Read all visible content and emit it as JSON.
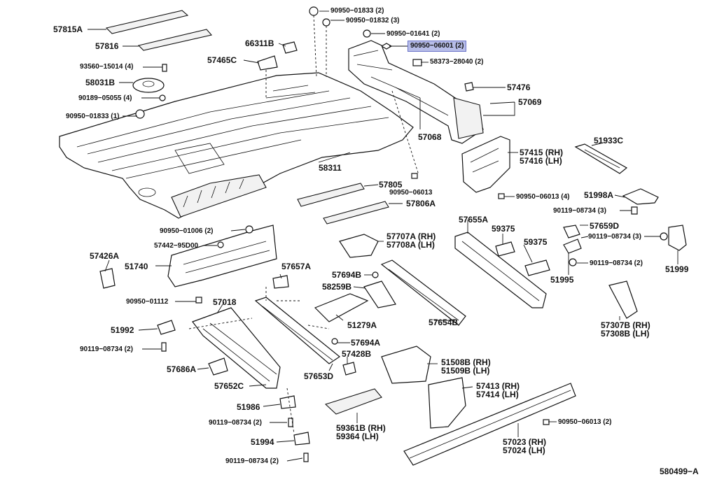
{
  "labels": {
    "p57815A": "57815A",
    "p57816": "57816",
    "p90950_01833_2": "90950−01833 (2)",
    "p90950_01832_3": "90950−01832 (3)",
    "p66311B": "66311B",
    "p90950_01641_2": "90950−01641 (2)",
    "p90950_06001_2": "90950−06001 (2)",
    "p57465C": "57465C",
    "p58373_28040_2": "58373−28040 (2)",
    "p93560_15014_4": "93560−15014 (4)",
    "p58031B": "58031B",
    "p90189_05055_4": "90189−05055 (4)",
    "p90950_01833_1": "90950−01833 (1)",
    "p57476": "57476",
    "p57069": "57069",
    "p57068": "57068",
    "p58311": "58311",
    "p51933C": "51933C",
    "p57415_RH": "57415 (RH)",
    "p57416_LH": "57416 (LH)",
    "p57805": "57805",
    "p90950_06013": "90950−06013",
    "p90950_06013_4": "90950−06013 (4)",
    "p57806A": "57806A",
    "p51998A": "51998A",
    "p90119_08734_3a": "90119−08734 (3)",
    "p90950_01006_2": "90950−01006 (2)",
    "p57655A": "57655A",
    "p59375a": "59375",
    "p57659D": "57659D",
    "p57442_95D00": "57442−95D00",
    "p57707A_RH": "57707A (RH)",
    "p57708A_LH": "57708A (LH)",
    "p90119_08734_3b": "90119−08734 (3)",
    "p59375b": "59375",
    "p57426A": "57426A",
    "p51740": "51740",
    "p57657A": "57657A",
    "p90119_08734_2a": "90119−08734 (2)",
    "p51999": "51999",
    "p57694B": "57694B",
    "p51995": "51995",
    "p58259B": "58259B",
    "p90950_01112": "90950−01112",
    "p57018": "57018",
    "p57654B": "57654B",
    "p57307B_RH": "57307B (RH)",
    "p57308B_LH": "57308B (LH)",
    "p51992": "51992",
    "p51279A": "51279A",
    "p57694A": "57694A",
    "p90119_08734_2b": "90119−08734 (2)",
    "p57428B": "57428B",
    "p51508B_RH": "51508B (RH)",
    "p51509B_LH": "51509B (LH)",
    "p57686A": "57686A",
    "p57653D": "57653D",
    "p57652C": "57652C",
    "p57413_RH": "57413 (RH)",
    "p57414_LH": "57414 (LH)",
    "p51986": "51986",
    "p59361B_RH": "59361B (RH)",
    "p59364_LH": "59364  (LH)",
    "p90119_08734_2c": "90119−08734 (2)",
    "p90950_06013_2": "90950−06013 (2)",
    "p51994": "51994",
    "p57023_RH": "57023 (RH)",
    "p57024_LH": "57024 (LH)",
    "p90119_08734_2d": "90119−08734 (2)",
    "diagram_id": "580499−A"
  },
  "highlight_color": "#b7bde8"
}
